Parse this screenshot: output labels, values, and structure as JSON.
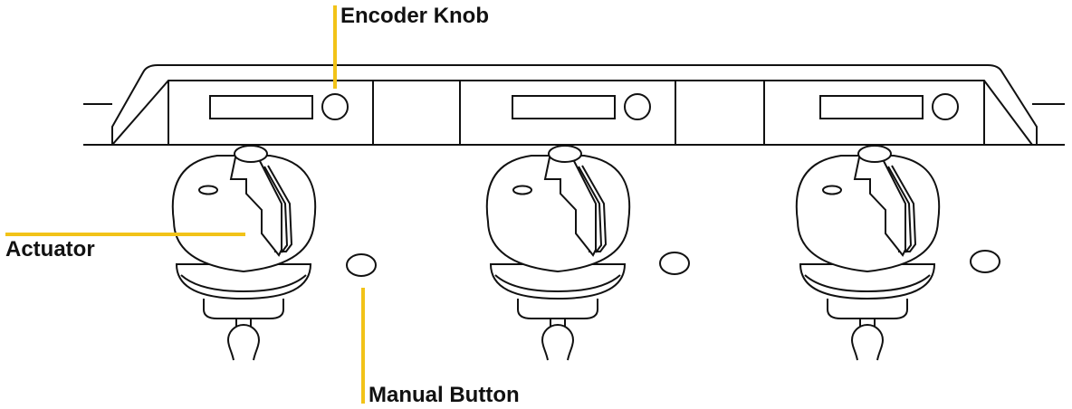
{
  "callouts": {
    "encoder_knob": "Encoder Knob",
    "actuator": "Actuator",
    "manual_button": "Manual Button"
  },
  "colors": {
    "outline": "#111111",
    "callout_line": "#f2c318",
    "background": "#ffffff"
  },
  "unit_count": 3
}
